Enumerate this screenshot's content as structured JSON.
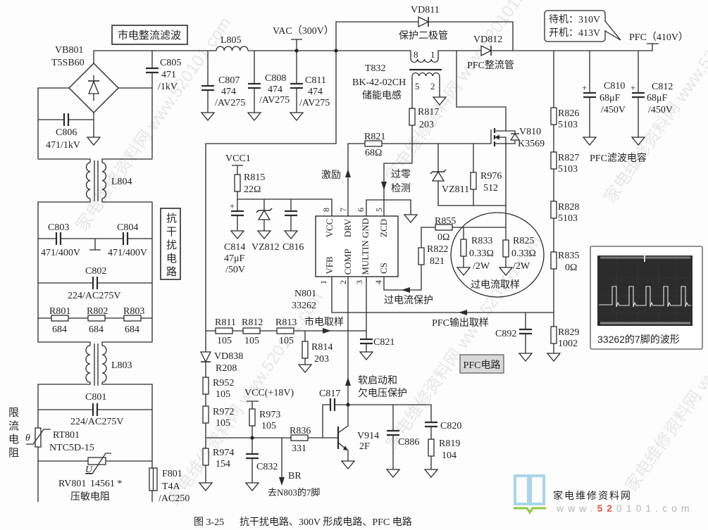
{
  "titles": {
    "rectifier_filter": "市电整流滤波",
    "emi_filter": "抗干扰电路",
    "pfc_circuit": "PFC电路"
  },
  "rails": {
    "vac": "VAC（300V）",
    "pfc": "PFC（410V）",
    "vcc1": "VCC1",
    "vcc18": "VCC(+18V)"
  },
  "callout": {
    "standby": "待机：310V",
    "running": "开机：413V"
  },
  "notes": {
    "protection_diode": "保护二极管",
    "pfc_rectifier": "PFC整流管",
    "energy_storage_inductor": "储能电感",
    "pfc_filter_capacitors": "PFC滤波电容",
    "excitation": "激励",
    "zero_cross_line1": "过零",
    "zero_cross_line2": "检测",
    "overcurrent_sampling": "过电流取样",
    "overcurrent_protection": "过电流保护",
    "pfc_output_sampling": "PFC输出取样",
    "mains_sampling": "市电取样",
    "soft_start_line1": "软启动和",
    "soft_start_line2": "欠电压保护",
    "current_limit_resistor": "限流电阻",
    "varistor": "压敏电阻",
    "br_signal": "BR",
    "to_n803_pin7": "去N803的7脚"
  },
  "components": {
    "VB801": {
      "ref": "VB801",
      "part": "T5SB60"
    },
    "C805": {
      "ref": "C805",
      "value": "471",
      "rating": "/1kV"
    },
    "C806": {
      "ref": "C806",
      "value": "471/1kV"
    },
    "L804": {
      "ref": "L804"
    },
    "C803": {
      "ref": "C803",
      "value": "471/400V"
    },
    "C804": {
      "ref": "C804",
      "value": "471/400V"
    },
    "C802": {
      "ref": "C802",
      "value": "224/AC275V"
    },
    "R801": {
      "ref": "R801",
      "value": "684"
    },
    "R802": {
      "ref": "R802",
      "value": "684"
    },
    "R803": {
      "ref": "R803",
      "value": "684"
    },
    "L803": {
      "ref": "L803"
    },
    "C801": {
      "ref": "C801",
      "value": "224/AC275V"
    },
    "RT801": {
      "ref": "RT801",
      "part": "NTC5D-15",
      "symbol": "θ"
    },
    "RV801": {
      "ref": "RV801",
      "part": "14561 *",
      "symbol": "U"
    },
    "F801": {
      "ref": "F801",
      "value": "T4A",
      "rating": "/AC250"
    },
    "L805": {
      "ref": "L805"
    },
    "C807": {
      "ref": "C807",
      "value": "474",
      "rating": "/AV275"
    },
    "C808": {
      "ref": "C808",
      "value": "474",
      "rating": "/AV275"
    },
    "C811": {
      "ref": "C811",
      "value": "474",
      "rating": "/AV275"
    },
    "VD811": {
      "ref": "VD811"
    },
    "T832": {
      "ref": "T832",
      "part": "BK-42-02CH",
      "pins": {
        "p8": "8",
        "p1": "1",
        "p5": "5",
        "p2": "2"
      }
    },
    "VD812": {
      "ref": "VD812"
    },
    "C810": {
      "ref": "C810",
      "value": "68μF",
      "rating": "/450V",
      "polarity": "+"
    },
    "C812": {
      "ref": "C812",
      "value": "68μF",
      "rating": "/450V",
      "polarity": "+"
    },
    "R817": {
      "ref": "R817",
      "value": "203"
    },
    "R821": {
      "ref": "R821",
      "value": "68Ω"
    },
    "V810": {
      "ref": "V810",
      "part": "K3569"
    },
    "VZ811": {
      "ref": "VZ811"
    },
    "R976": {
      "ref": "R976",
      "value": "512"
    },
    "R826": {
      "ref": "R826",
      "value": "5103"
    },
    "R827": {
      "ref": "R827",
      "value": "5103"
    },
    "R828": {
      "ref": "R828",
      "value": "5103"
    },
    "R835": {
      "ref": "R835",
      "value": "0Ω"
    },
    "R829": {
      "ref": "R829",
      "value": "1002"
    },
    "R815": {
      "ref": "R815",
      "value": "22Ω"
    },
    "C814": {
      "ref": "C814",
      "value": "47μF",
      "rating": "/50V",
      "polarity": "+"
    },
    "VZ812": {
      "ref": "VZ812"
    },
    "C816": {
      "ref": "C816"
    },
    "R855": {
      "ref": "R855",
      "value": "0Ω"
    },
    "R822": {
      "ref": "R822",
      "value": "821"
    },
    "R833": {
      "ref": "R833",
      "value": "0.33Ω",
      "rating": "/2W"
    },
    "R825": {
      "ref": "R825",
      "value": "0.33Ω",
      "rating": "/2W"
    },
    "C892": {
      "ref": "C892"
    },
    "R811": {
      "ref": "R811",
      "value": "105"
    },
    "R812": {
      "ref": "R812",
      "value": "105"
    },
    "R813": {
      "ref": "R813",
      "value": "105"
    },
    "R814": {
      "ref": "R814",
      "value": "203"
    },
    "C821": {
      "ref": "C821"
    },
    "VD838": {
      "ref": "VD838",
      "part": "R208"
    },
    "R952": {
      "ref": "R952",
      "value": "105"
    },
    "R972": {
      "ref": "R972",
      "value": "105"
    },
    "R974": {
      "ref": "R974",
      "value": "154"
    },
    "R973": {
      "ref": "R973",
      "value": "105"
    },
    "C832": {
      "ref": "C832"
    },
    "R836": {
      "ref": "R836",
      "value": "331"
    },
    "C817": {
      "ref": "C817"
    },
    "V914": {
      "ref": "V914",
      "part": "2F"
    },
    "C886": {
      "ref": "C886"
    },
    "C820": {
      "ref": "C820"
    },
    "R819": {
      "ref": "R819",
      "value": "104"
    }
  },
  "ic": {
    "ref": "N801",
    "part": "33262",
    "pins": [
      {
        "num": "8",
        "name": "VCC"
      },
      {
        "num": "7",
        "name": "DRV"
      },
      {
        "num": "6",
        "name": "GND"
      },
      {
        "num": "5",
        "name": "ZCD"
      },
      {
        "num": "1",
        "name": "VFB"
      },
      {
        "num": "2",
        "name": "COMP"
      },
      {
        "num": "3",
        "name": "MULTIN"
      },
      {
        "num": "4",
        "name": "CS"
      }
    ]
  },
  "waveform": {
    "caption": "33262的7脚的波形"
  },
  "caption": {
    "number": "图 3-25",
    "title": "抗干扰电路、300V 形成电路、PFC 电路"
  },
  "logo": {
    "name": "家电维修资料网",
    "url_prefix": "www.",
    "url_highlight": "52",
    "url_rest": "0101",
    "url_suffix": ".com",
    "colors": {
      "text": "#8ec5e3",
      "highlight": "#e4574c",
      "book": "#a8d4ec",
      "leaf": "#8dc63f"
    }
  },
  "watermark": "家电维修资料网 www.520101.com"
}
